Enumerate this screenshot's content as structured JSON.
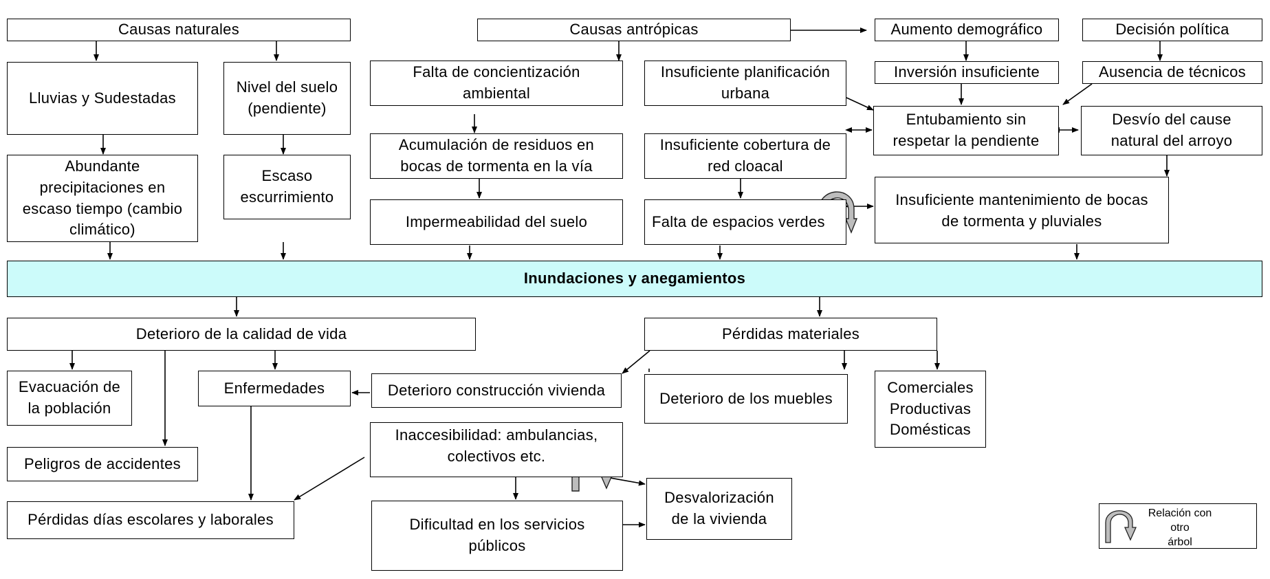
{
  "boxes": {
    "causas_naturales": "Causas naturales",
    "causas_antropicas": "Causas antrópicas",
    "aumento_demografico": "Aumento demográfico",
    "decision_politica": "Decisión política",
    "lluvias": "Lluvias y Sudestadas",
    "nivel_suelo": "Nivel del suelo\n(pendiente)",
    "falta_concientizacion": "Falta de concientización\nambiental",
    "insuficiente_planificacion": "Insuficiente planificación\nurbana",
    "inversion_insuficiente": "Inversión insuficiente",
    "ausencia_tecnicos": "Ausencia de técnicos",
    "entubamiento": "Entubamiento sin\nrespetar la pendiente",
    "desvio_cause": "Desvío del cause\nnatural del arroyo",
    "abundante_precipitaciones": "Abundante\nprecipitaciones en\nescaso tiempo (cambio\nclimático)",
    "escaso_escurrimiento": "Escaso\nescurrimiento",
    "acumulacion_residuos": "Acumulación de residuos en\nbocas de tormenta en la vía",
    "insuficiente_cobertura": "Insuficiente cobertura de\nred cloacal",
    "impermeabilidad": "Impermeabilidad del suelo",
    "falta_espacios_verdes": "Falta de espacios verdes",
    "insuficiente_mantenimiento": "Insuficiente mantenimiento de bocas\nde tormenta y pluviales",
    "inundaciones": "Inundaciones y anegamientos",
    "deterioro_calidad_vida": "Deterioro de la calidad de vida",
    "perdidas_materiales": "Pérdidas materiales",
    "evacuacion": "Evacuación de\nla población",
    "enfermedades": "Enfermedades",
    "deterioro_construccion": "Deterioro construcción vivienda",
    "deterioro_muebles": "Deterioro de los muebles",
    "comerciales": "Comerciales\nProductivas\nDomésticas",
    "peligros_accidentes": "Peligros de accidentes",
    "inaccesibilidad": "Inaccesibilidad: ambulancias,\ncolectivos etc.",
    "desvalorizacion": "Desvalorización\nde la vivienda",
    "perdidas_dias": "Pérdidas días escolares y laborales",
    "dificultad_servicios": "Dificultad en los servicios\npúblicos"
  },
  "legend": {
    "label": "Relación con otro\nárbol"
  },
  "colors": {
    "center_fill": "#ccfbfa",
    "box_border": "#000000",
    "relation_icon": "#bdbdbd"
  }
}
